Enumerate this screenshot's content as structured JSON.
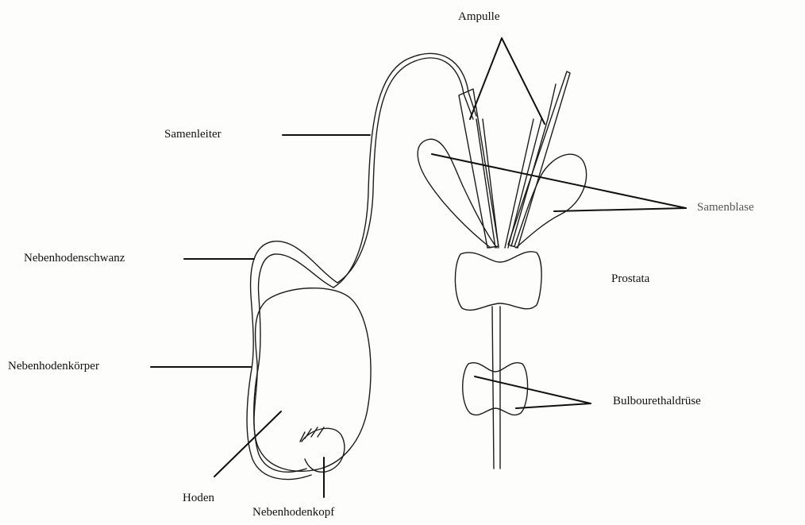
{
  "labels": {
    "ampulle": "Ampulle",
    "samenleiter": "Samenleiter",
    "samenblase": "Samenblase",
    "prostata": "Prostata",
    "nebenhodenschwanz": "Nebenhodenschwanz",
    "nebenhodenkoerper": "Nebenhodenkörper",
    "bulbourethaldruese": "Bulbourethaldrüse",
    "hoden": "Hoden",
    "nebenhodenkopf": "Nebenhodenkopf"
  }
}
